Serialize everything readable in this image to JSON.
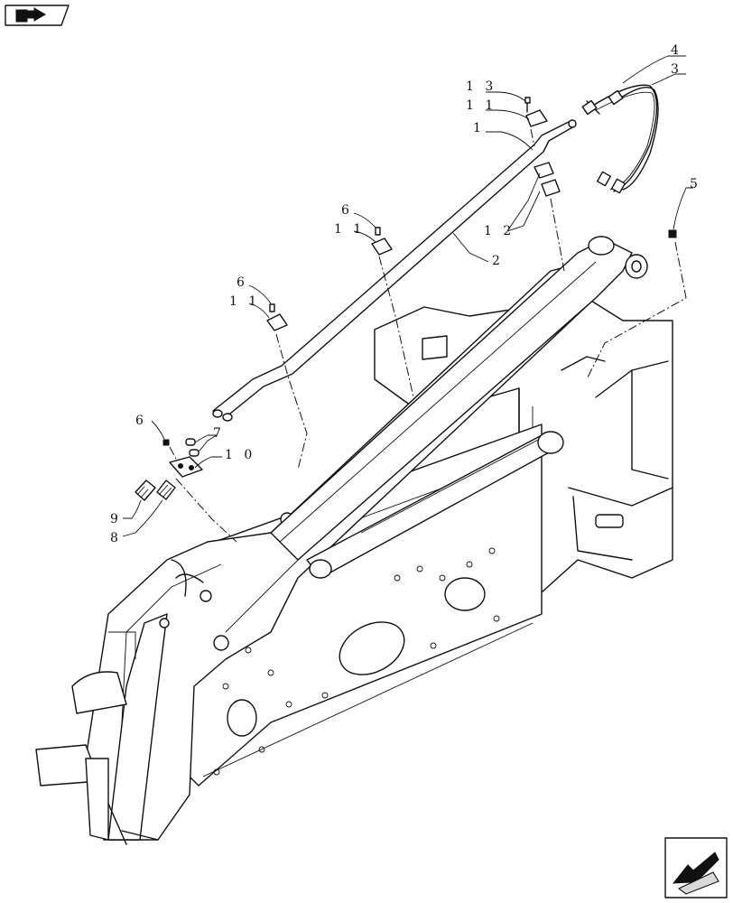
{
  "callouts": [
    {
      "id": "c13",
      "text": "1 3"
    },
    {
      "id": "c11a",
      "text": "1 1"
    },
    {
      "id": "c1",
      "text": "1"
    },
    {
      "id": "c4",
      "text": "4"
    },
    {
      "id": "c3",
      "text": "3"
    },
    {
      "id": "c5",
      "text": "5"
    },
    {
      "id": "c12",
      "text": "1 2"
    },
    {
      "id": "c2",
      "text": "2"
    },
    {
      "id": "c6a",
      "text": "6"
    },
    {
      "id": "c11b",
      "text": "1 1"
    },
    {
      "id": "c6b",
      "text": "6"
    },
    {
      "id": "c11c",
      "text": "1 1"
    },
    {
      "id": "c6c",
      "text": "6"
    },
    {
      "id": "c7",
      "text": "7"
    },
    {
      "id": "c10",
      "text": "1 0"
    },
    {
      "id": "c9",
      "text": "9"
    },
    {
      "id": "c8",
      "text": "8"
    }
  ],
  "icons": {
    "top_left": "book-arrow-icon",
    "bottom_right": "next-page-arrow-icon"
  }
}
